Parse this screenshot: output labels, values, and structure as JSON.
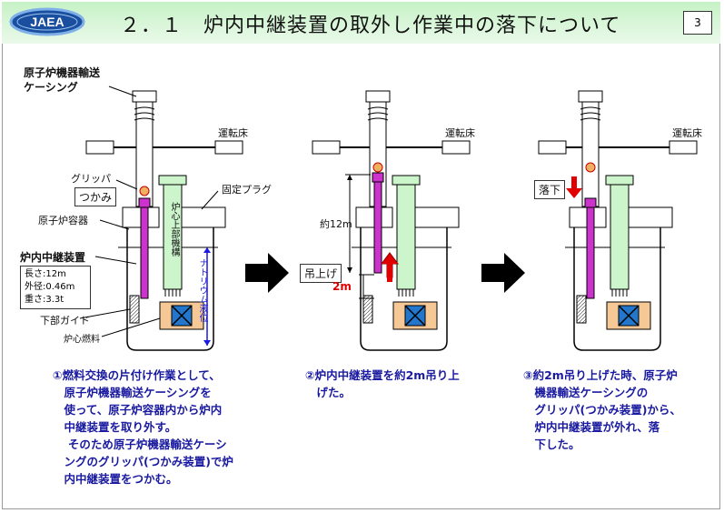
{
  "slide": {
    "logo": "JAEA",
    "title": "２．１　炉内中継装置の取外し作業中の落下について",
    "page_number": "3"
  },
  "labels": {
    "casing": "原子炉機器輸送\nケーシング",
    "gripper": "グリッパ",
    "grab": "つかみ",
    "vessel": "原子炉容器",
    "relay": "炉内中継装置",
    "spec_length": "長さ:12m",
    "spec_diameter": "外径:0.46m",
    "spec_weight": "重さ:3.3t",
    "lower_guide": "下部ガイド",
    "core_fuel": "炉心燃料",
    "upper_mechanism": "炉心上部機構",
    "sodium_level": "ナトリウム液位",
    "fixed_plug": "固定プラグ",
    "operating_floor_1": "運転床",
    "operating_floor_2": "運転床",
    "operating_floor_3": "運転床",
    "about_12m": "約12m",
    "lift": "吊上げ",
    "two_m": "2m",
    "drop": "落下"
  },
  "descriptions": {
    "step1": "①燃料交換の片付け作業として、\n　原子炉機器輸送ケーシングを\n　使って、原子炉容器内から炉内\n　中継装置を取り外す。\n　 そのため原子炉機器輸送ケーシ\n　ングのグリッパ(つかみ装置)で炉\n　内中継装置をつかむ。",
    "step2": "②炉内中継装置を約2m吊り上\n　げた。",
    "step3": "③約2m吊り上げた時、原子炉\n　機器輸送ケーシングの\n　グリッパ(つかみ装置)から、\n　炉内中継装置が外れ、落\n　下した。"
  },
  "colors": {
    "header": "#c6f2c6",
    "relay_device": "#cc33cc",
    "upper_mechanism": "#ccf5cc",
    "fuel": "#f5c896",
    "fuel_core": "#2277cc",
    "description_text": "#1a1aa0",
    "accent_red": "#e00000"
  }
}
